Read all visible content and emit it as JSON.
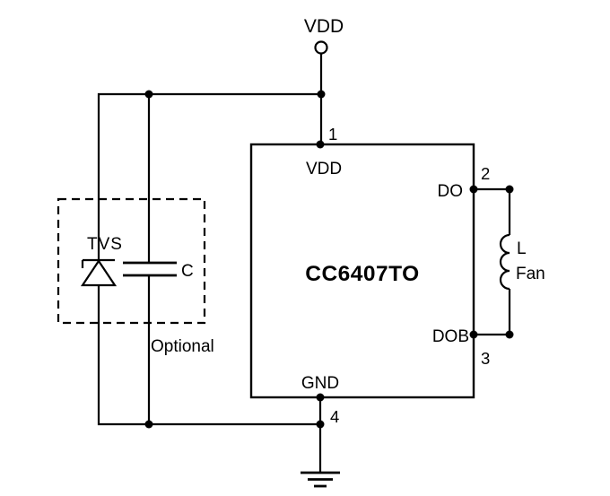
{
  "diagram": {
    "type": "application-circuit-schematic",
    "power_rail_label": "VDD",
    "chip": {
      "name": "CC6407TO",
      "pins": [
        {
          "number": "1",
          "label": "VDD"
        },
        {
          "number": "2",
          "label": "DO"
        },
        {
          "number": "3",
          "label": "DOB"
        },
        {
          "number": "4",
          "label": "GND"
        }
      ]
    },
    "components": {
      "tvs_label": "TVS",
      "capacitor_label": "C",
      "inductor_label": "L",
      "fan_label": "Fan",
      "optional_label": "Optional"
    },
    "colors": {
      "line": "#000000",
      "text": "#000000",
      "background": "#ffffff"
    }
  }
}
